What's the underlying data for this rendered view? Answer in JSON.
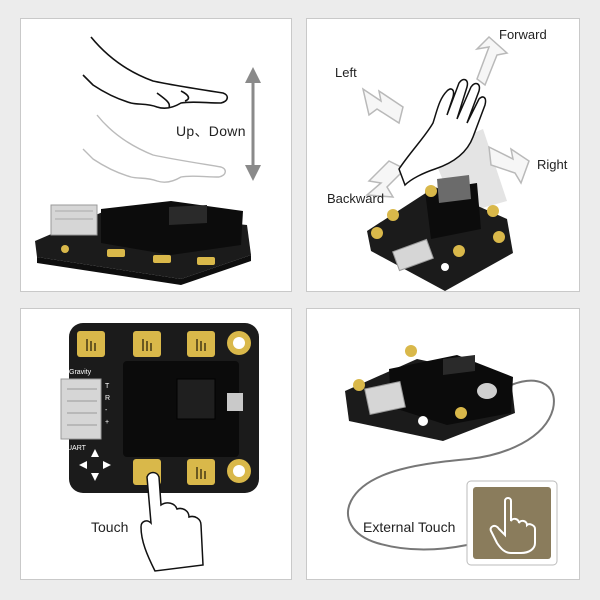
{
  "panels": {
    "up_down": {
      "label": "Up、Down"
    },
    "directions": {
      "forward": "Forward",
      "left": "Left",
      "right": "Right",
      "backward": "Backward"
    },
    "touch": {
      "label": "Touch",
      "silk_gravity": "Gravity",
      "silk_uart": "UART",
      "silk_pins": [
        "T",
        "R",
        "-",
        "+"
      ]
    },
    "external_touch": {
      "label": "External Touch"
    }
  },
  "colors": {
    "board": "#1b1b1b",
    "pad_gold": "#d9b84a",
    "ext_pad": "#8a7c5c",
    "page_bg": "#ececec"
  },
  "icons": [
    "hand-wave-icon",
    "up-down-arrow-icon",
    "direction-arrow-icon",
    "touch-finger-icon",
    "touch-pad-icon",
    "ring-pad-icon",
    "dpad-icon"
  ]
}
